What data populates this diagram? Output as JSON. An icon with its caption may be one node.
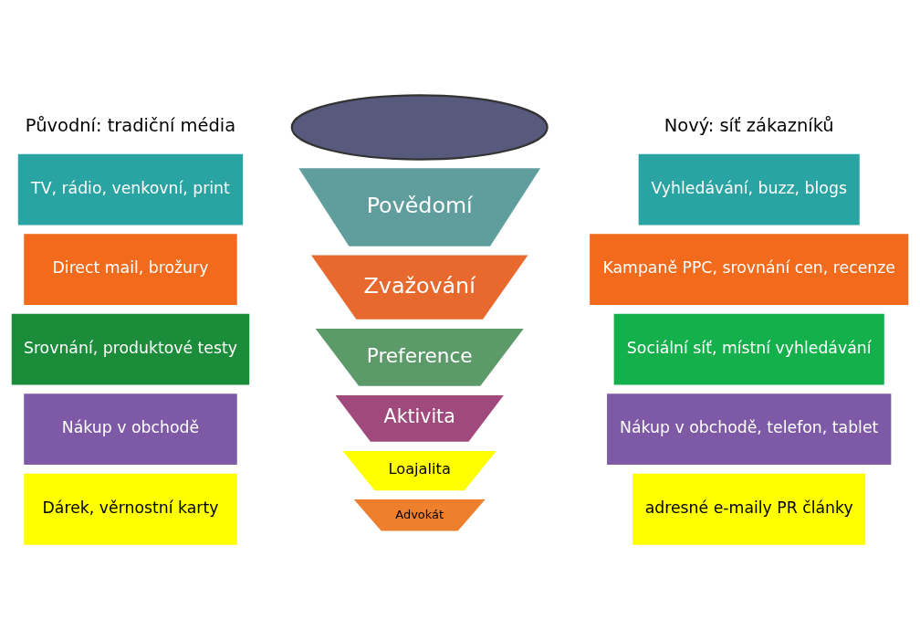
{
  "diagram": {
    "nodes": [
      {
        "text": [
          "TV, rádio, venkovní, print"
        ]
      },
      {
        "text": [
          "Direct mail, brožury"
        ]
      },
      {
        "text": [
          "Srovnání, produktové testy"
        ]
      },
      {
        "text": [
          "Nákup v obchodě"
        ]
      },
      {
        "text": [
          "Dárek, věrnostní karty"
        ]
      },
      {
        "text": [],
        "shape": "ellipse"
      },
      {
        "text": [
          "Povědomí"
        ]
      },
      {
        "text": [
          "Zvažování"
        ]
      },
      {
        "text": [
          "Preference"
        ]
      },
      {
        "text": [
          "Aktivita"
        ]
      },
      {
        "text": [
          "Loajalita"
        ]
      },
      {
        "text": [
          "Advokát"
        ]
      },
      {
        "text": [
          "Vyhledávání, buzz, blogs"
        ]
      },
      {
        "text": [
          "Kampaně PPC, srovnání cen, recenze"
        ]
      },
      {
        "text": [
          "Sociální síť, místní vyhledávání"
        ]
      },
      {
        "text": [
          "Nákup v obchodě, telefon, tablet"
        ]
      },
      {
        "text": [
          "adresné e-maily PR články"
        ]
      }
    ],
    "edges": [],
    "labels": [
      "Původní: tradiční média",
      "Nový: síť zákazníků"
    ]
  }
}
